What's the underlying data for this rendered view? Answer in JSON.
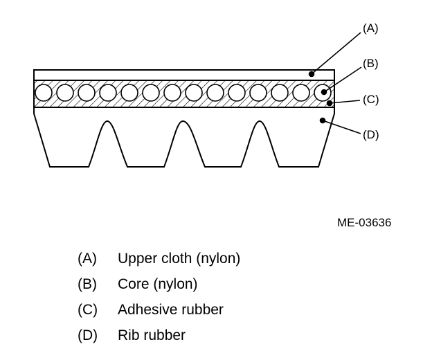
{
  "diagram": {
    "callouts": {
      "a": "(A)",
      "b": "(B)",
      "c": "(C)",
      "d": "(D)"
    },
    "figure_code": "ME-03636"
  },
  "legend": [
    {
      "key": "(A)",
      "text": "Upper cloth (nylon)"
    },
    {
      "key": "(B)",
      "text": "Core (nylon)"
    },
    {
      "key": "(C)",
      "text": "Adhesive rubber"
    },
    {
      "key": "(D)",
      "text": "Rib rubber"
    }
  ]
}
